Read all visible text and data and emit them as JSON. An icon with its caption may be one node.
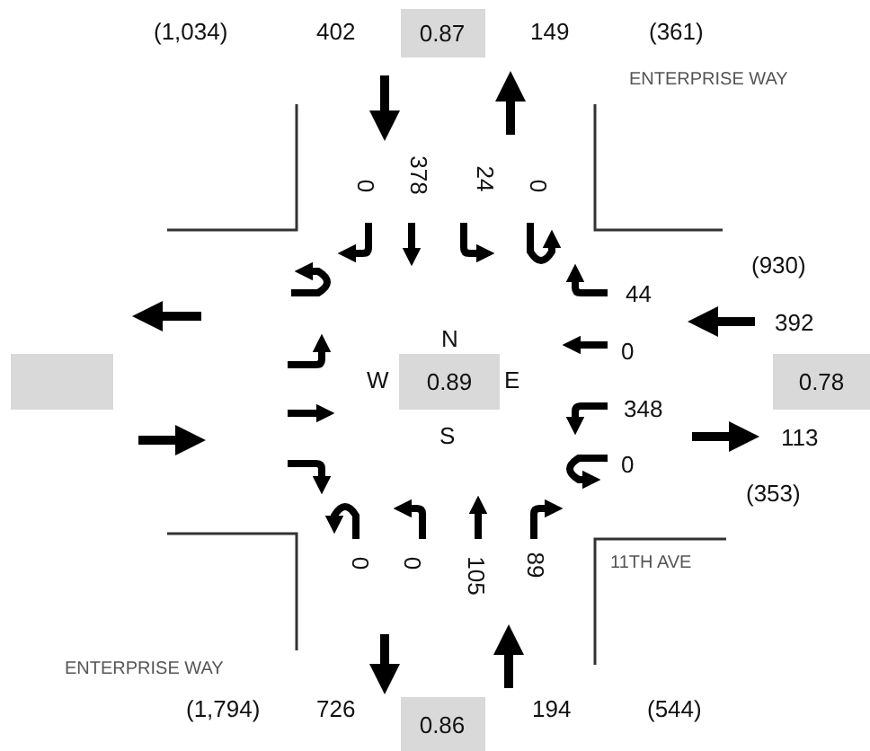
{
  "diagram": {
    "labels": [
      "(1,034)",
      "402",
      "0.87",
      "149",
      "(361)",
      "ENTERPRISE WAY",
      "0",
      "378",
      "24",
      "0",
      "(930)",
      "44",
      "392",
      "0",
      "N",
      "W",
      "0.89",
      "E",
      "0.78",
      "348",
      "S",
      "113",
      "0",
      "(353)",
      "0",
      "0",
      "105",
      "89",
      "11TH AVE",
      "ENTERPRISE WAY",
      "(1,794)",
      "726",
      "0.86",
      "194",
      "(544)"
    ]
  }
}
